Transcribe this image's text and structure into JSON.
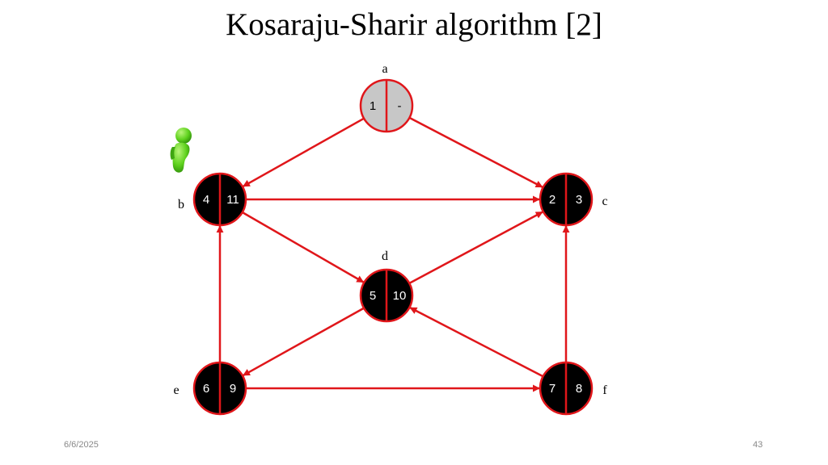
{
  "slide": {
    "title": "Kosaraju-Sharir algorithm [2]",
    "date": "6/6/2025",
    "page_number": "43"
  },
  "colors": {
    "edge": "#e0161a",
    "visited_fill": "#000000",
    "current_fill": "#c7c7c7",
    "icon": "#5fd21e"
  },
  "graph": {
    "nodes": [
      {
        "id": "a",
        "label": "a",
        "pre": "1",
        "post": "-",
        "state": "current"
      },
      {
        "id": "b",
        "label": "b",
        "pre": "4",
        "post": "11",
        "state": "done"
      },
      {
        "id": "c",
        "label": "c",
        "pre": "2",
        "post": "3",
        "state": "done"
      },
      {
        "id": "d",
        "label": "d",
        "pre": "5",
        "post": "10",
        "state": "done"
      },
      {
        "id": "e",
        "label": "e",
        "pre": "6",
        "post": "9",
        "state": "done"
      },
      {
        "id": "f",
        "label": "f",
        "pre": "7",
        "post": "8",
        "state": "done"
      }
    ],
    "edges": [
      {
        "from": "a",
        "to": "b"
      },
      {
        "from": "a",
        "to": "c"
      },
      {
        "from": "b",
        "to": "c"
      },
      {
        "from": "b",
        "to": "d"
      },
      {
        "from": "d",
        "to": "c"
      },
      {
        "from": "d",
        "to": "e"
      },
      {
        "from": "e",
        "to": "b"
      },
      {
        "from": "e",
        "to": "f"
      },
      {
        "from": "f",
        "to": "d"
      },
      {
        "from": "f",
        "to": "c"
      }
    ]
  },
  "icons": {
    "explorer": "person-icon"
  }
}
